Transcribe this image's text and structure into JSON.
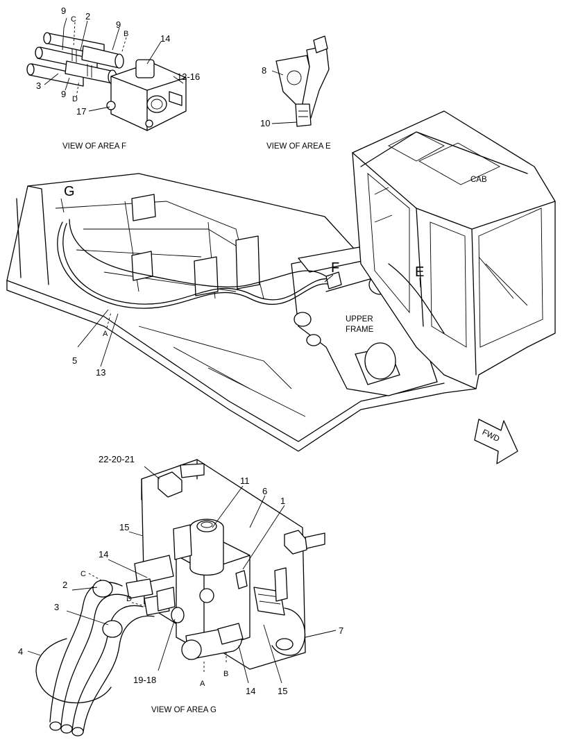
{
  "captions": {
    "area_f": "VIEW OF AREA F",
    "area_e": "VIEW OF AREA E",
    "area_g": "VIEW OF AREA G"
  },
  "area_labels": {
    "g": "G",
    "f": "F",
    "e": "E",
    "cab": "CAB",
    "upper_frame_1": "UPPER",
    "upper_frame_2": "FRAME",
    "a_main": "A"
  },
  "fwd": "FWD",
  "callouts_f": {
    "c9a": "9",
    "cC": "C",
    "c2": "2",
    "c9b": "9",
    "cB": "B",
    "c14": "14",
    "c12_16": "12-16",
    "c3": "3",
    "c9c": "9",
    "cD": "D",
    "c17": "17"
  },
  "callouts_e": {
    "c8": "8",
    "c10": "10"
  },
  "callouts_main": {
    "c5": "5",
    "c13": "13"
  },
  "callouts_g": {
    "c22_20_21": "22-20-21",
    "c11": "11",
    "c6": "6",
    "c1": "1",
    "c15a": "15",
    "c14a": "14",
    "c2": "2",
    "cC": "C",
    "cD": "D",
    "c3": "3",
    "c4": "4",
    "c7": "7",
    "c19_18": "19-18",
    "cA": "A",
    "cB": "B",
    "c14b": "14",
    "c15b": "15"
  }
}
